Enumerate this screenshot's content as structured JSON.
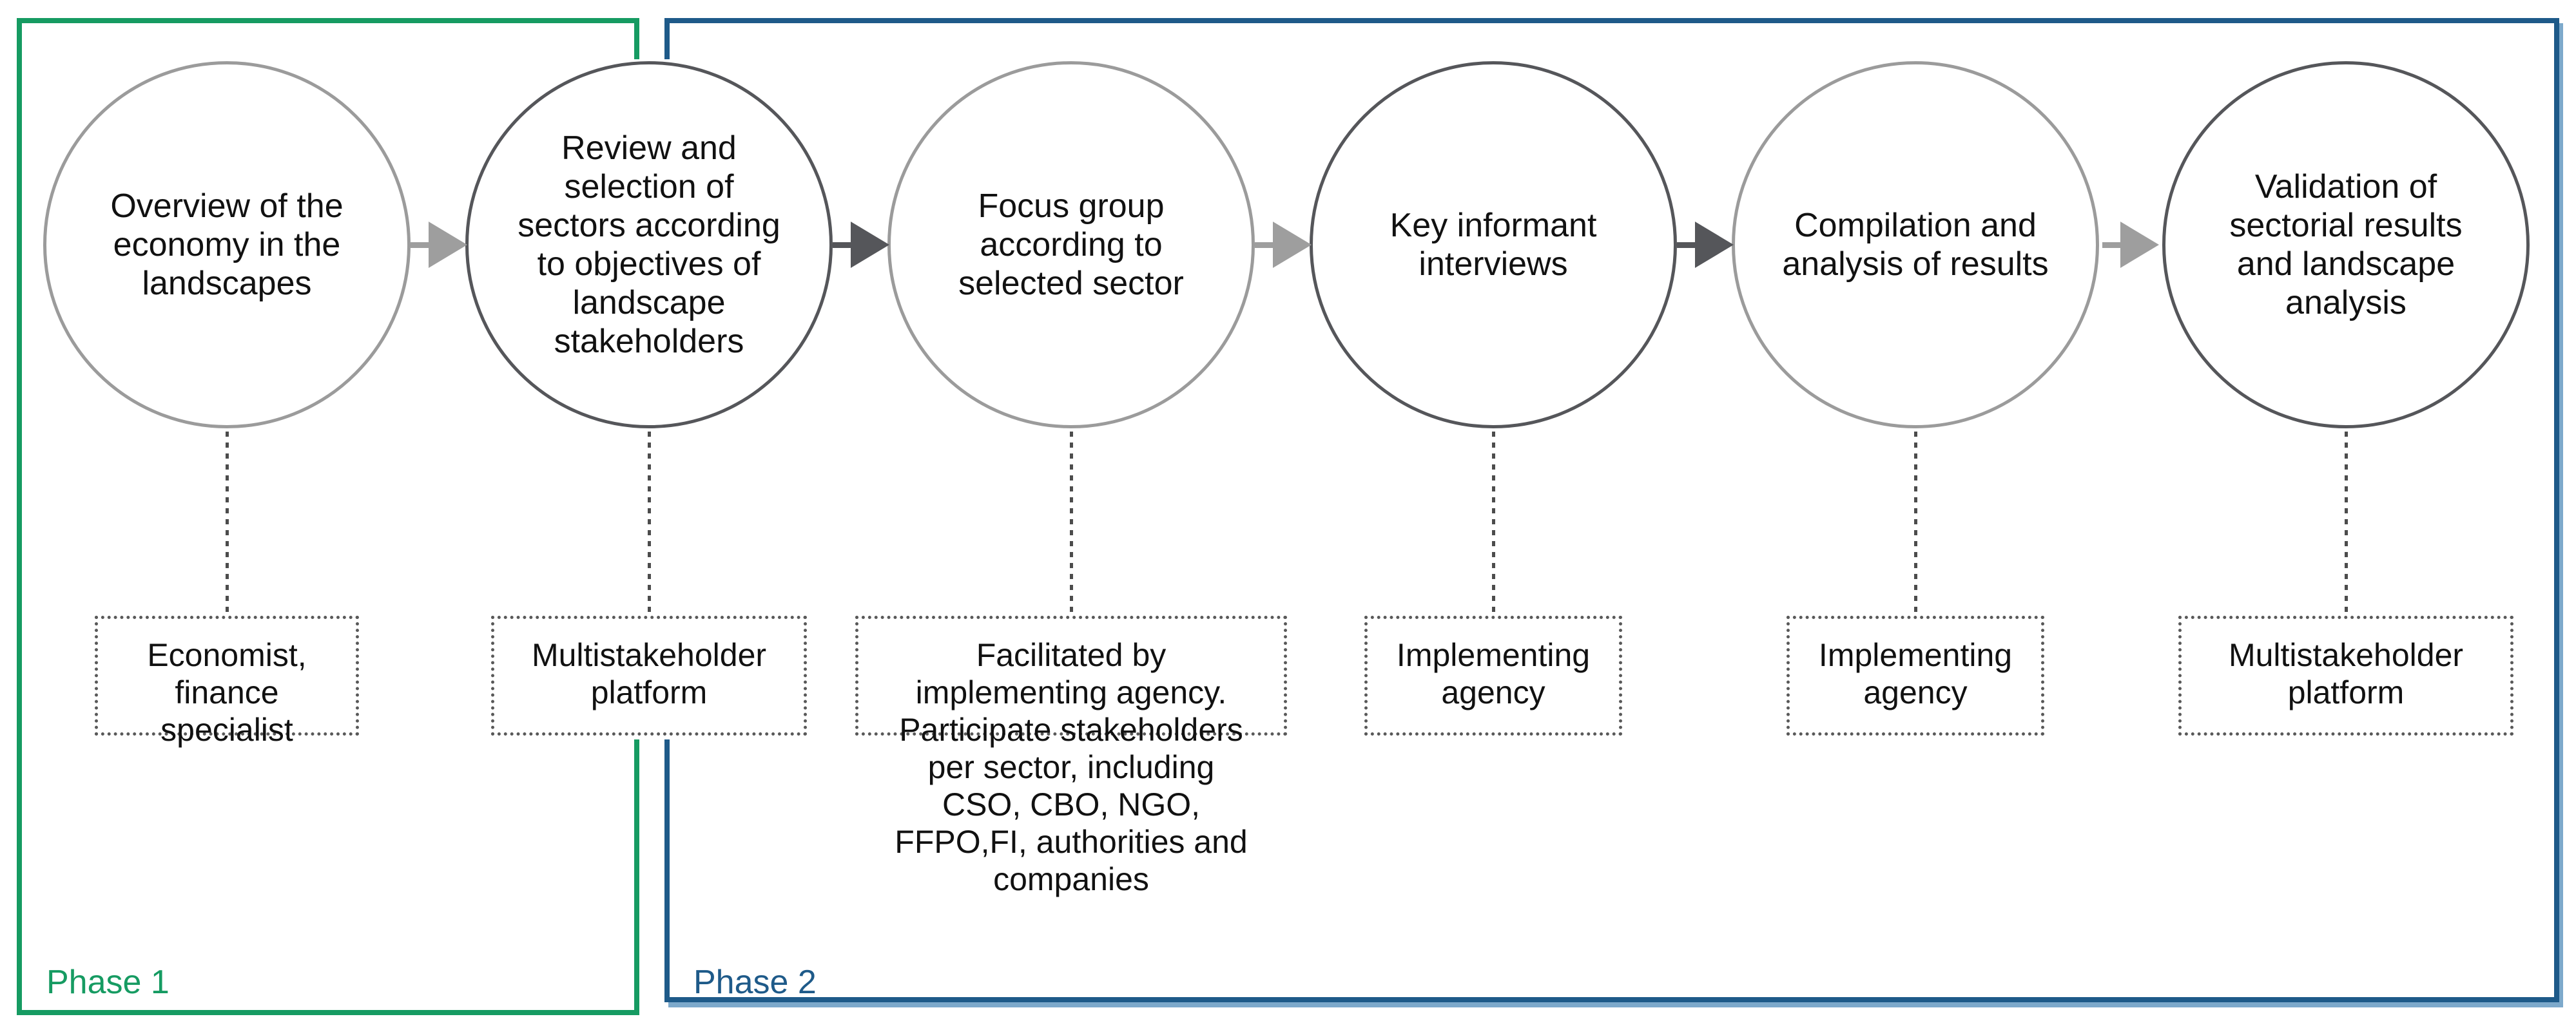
{
  "diagram_title": "",
  "phases": [
    {
      "label": "Phase 1",
      "color": "#169b62"
    },
    {
      "label": "Phase 2",
      "color": "#1e5a89"
    }
  ],
  "steps": [
    {
      "order": 1,
      "phase": "Phase 1",
      "circle_label": "Overview of the\neconomy in the\nlandscapes",
      "responsible": "Economist,\nfinance\nspecialist"
    },
    {
      "order": 2,
      "phase": "Phase 1",
      "circle_label": "Review and\nselection of\nsectors according\nto objectives of\nlandscape\nstakeholders",
      "responsible": "Multistakeholder\nplatform"
    },
    {
      "order": 3,
      "phase": "Phase 2",
      "circle_label": "Focus group\naccording to\nselected sector",
      "responsible": "Facilitated by\nimplementing agency.\nParticipate stakeholders\nper sector, including\nCSO, CBO, NGO,\nFFPO,FI, authorities and\ncompanies"
    },
    {
      "order": 4,
      "phase": "Phase 2",
      "circle_label": "Key informant\ninterviews",
      "responsible": "Implementing\nagency"
    },
    {
      "order": 5,
      "phase": "Phase 2",
      "circle_label": "Compilation and\nanalysis of results",
      "responsible": "Implementing\nagency"
    },
    {
      "order": 6,
      "phase": "Phase 2",
      "circle_label": "Validation of\nsectorial results\nand landscape\nanalysis",
      "responsible": "Multistakeholder\nplatform"
    }
  ],
  "icons": {
    "flow_arrow": "arrow-right-triangle"
  },
  "colors": {
    "phase1_green": "#169b62",
    "phase2_blue": "#1e5a89",
    "phase2_outer_accent_light_blue": "#7da9cb",
    "circle_border_light_gray": "#9b9b9b",
    "circle_border_dark_gray": "#55565a",
    "arrow_light_gray": "#9e9e9e",
    "arrow_dark_gray": "#55565a",
    "connector_dot_gray": "#4c4c4c",
    "dashed_box_gray": "#595959",
    "text_color": "#111111",
    "background": "#ffffff"
  }
}
